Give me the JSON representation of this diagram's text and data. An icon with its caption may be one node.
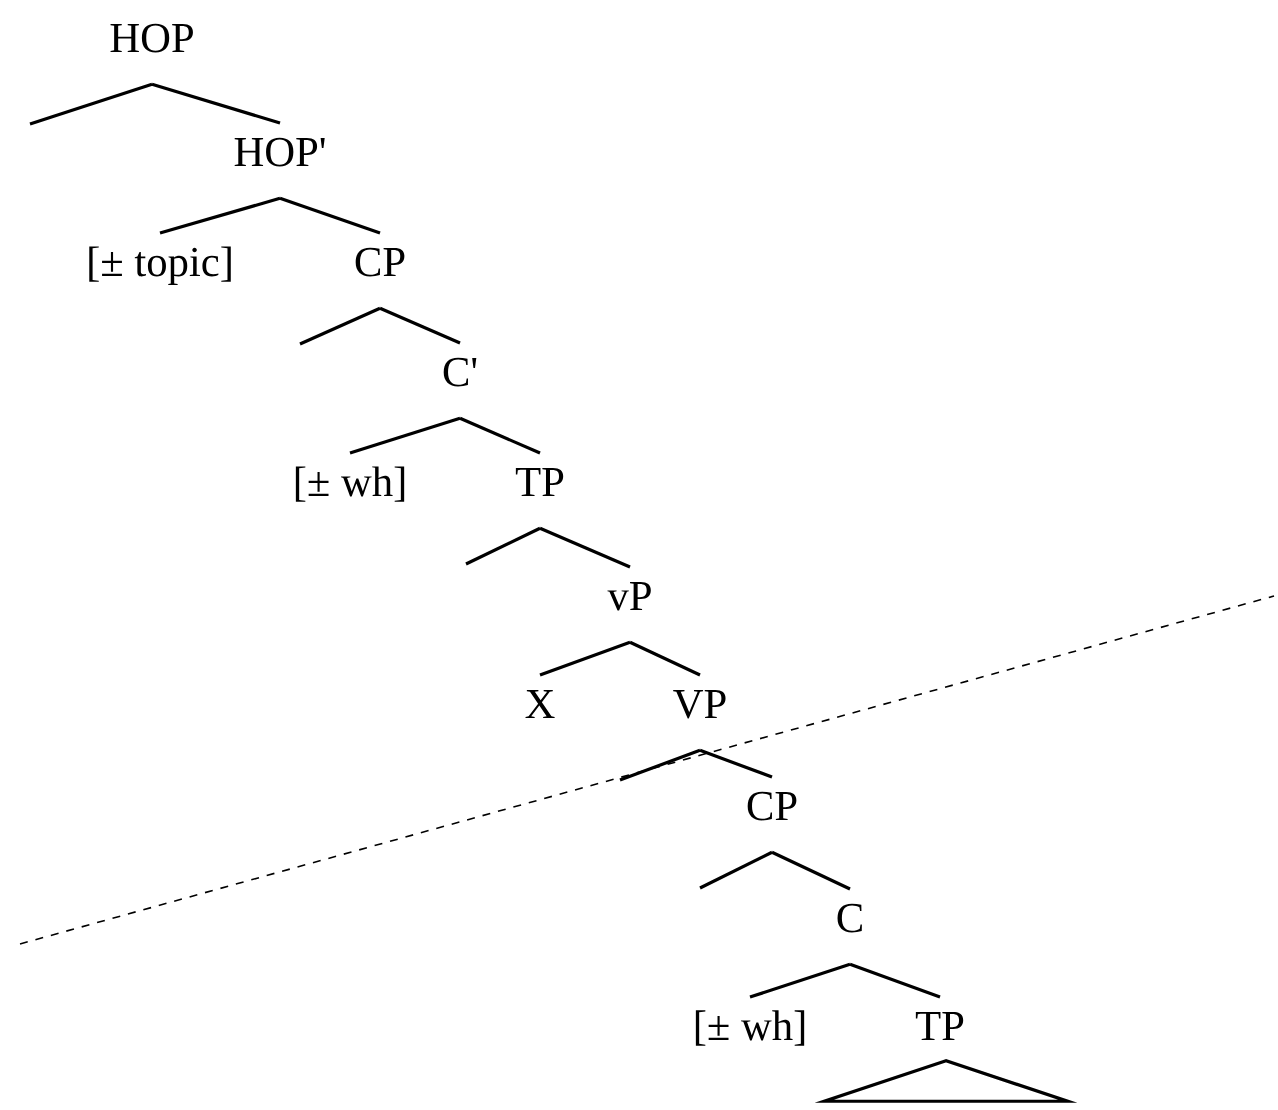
{
  "diagram": {
    "nodes": [
      {
        "text": [
          "HOP"
        ]
      },
      {
        "text": [
          "HOP'"
        ]
      },
      {
        "text": [
          "[± topic]"
        ]
      },
      {
        "text": [
          "CP"
        ]
      },
      {
        "text": [
          "C'"
        ]
      },
      {
        "text": [
          "[± wh]"
        ]
      },
      {
        "text": [
          "TP"
        ]
      },
      {
        "text": [
          "vP"
        ]
      },
      {
        "text": [
          "X"
        ]
      },
      {
        "text": [
          "VP"
        ]
      },
      {
        "text": [
          "CP"
        ]
      },
      {
        "text": [
          "C"
        ]
      },
      {
        "text": [
          "[± wh]"
        ]
      },
      {
        "text": [
          "TP"
        ]
      },
      {
        "text": [],
        "shape": "triangle"
      }
    ],
    "edges": [
      {
        "from": 0,
        "to": null,
        "arrow": "none"
      },
      {
        "from": 0,
        "to": 1,
        "arrow": "none"
      },
      {
        "from": 1,
        "to": 2,
        "arrow": "none"
      },
      {
        "from": 1,
        "to": 3,
        "arrow": "none"
      },
      {
        "from": 3,
        "to": null,
        "arrow": "none"
      },
      {
        "from": 3,
        "to": 4,
        "arrow": "none"
      },
      {
        "from": 4,
        "to": 5,
        "arrow": "none"
      },
      {
        "from": 4,
        "to": 6,
        "arrow": "none"
      },
      {
        "from": 6,
        "to": null,
        "arrow": "none"
      },
      {
        "from": 6,
        "to": 7,
        "arrow": "none"
      },
      {
        "from": 7,
        "to": 8,
        "arrow": "none"
      },
      {
        "from": 7,
        "to": 9,
        "arrow": "none"
      },
      {
        "from": 9,
        "to": null,
        "arrow": "none"
      },
      {
        "from": 9,
        "to": 10,
        "arrow": "none"
      },
      {
        "from": 10,
        "to": null,
        "arrow": "none"
      },
      {
        "from": 10,
        "to": 11,
        "arrow": "none"
      },
      {
        "from": 11,
        "to": 12,
        "arrow": "none"
      },
      {
        "from": 11,
        "to": 13,
        "arrow": "none"
      }
    ]
  }
}
